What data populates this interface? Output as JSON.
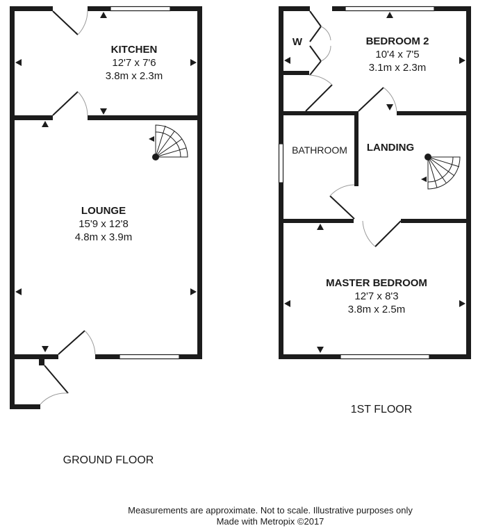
{
  "ground_floor": {
    "title": "GROUND FLOOR",
    "kitchen": {
      "name": "KITCHEN",
      "imperial": "12'7 x 7'6",
      "metric": "3.8m x 2.3m"
    },
    "lounge": {
      "name": "LOUNGE",
      "imperial": "15'9 x 12'8",
      "metric": "4.8m x 3.9m"
    }
  },
  "first_floor": {
    "title": "1ST FLOOR",
    "bedroom2": {
      "name": "BEDROOM 2",
      "imperial": "10'4 x 7'5",
      "metric": "3.1m x 2.3m"
    },
    "wardrobe": {
      "name": "W"
    },
    "bathroom": {
      "name": "BATHROOM"
    },
    "landing": {
      "name": "LANDING"
    },
    "master_bedroom": {
      "name": "MASTER BEDROOM",
      "imperial": "12'7 x 8'3",
      "metric": "3.8m x 2.5m"
    }
  },
  "footer": {
    "disclaimer": "Measurements are approximate.  Not to scale.  Illustrative purposes only",
    "credit": "Made with Metropix ©2017"
  },
  "colors": {
    "wall": "#1c1c1c",
    "background": "#ffffff",
    "door_arc": "#9a9a9a"
  }
}
